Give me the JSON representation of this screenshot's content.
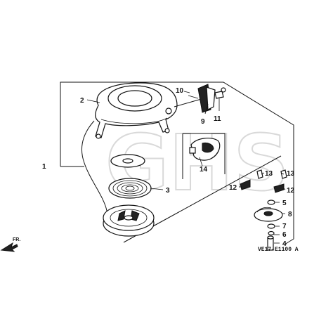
{
  "diagram": {
    "watermark": "GHS",
    "figure_code": "VE17-E1100 A",
    "direction_label": "FR.",
    "callouts": {
      "p1": "1",
      "p2": "2",
      "p3": "3",
      "p4": "4",
      "p5": "5",
      "p6": "6",
      "p7": "7",
      "p8": "8",
      "p9": "9",
      "p10": "10",
      "p11": "11",
      "p12a": "12",
      "p12b": "12",
      "p13a": "13",
      "p13b": "13",
      "p14": "14"
    }
  }
}
